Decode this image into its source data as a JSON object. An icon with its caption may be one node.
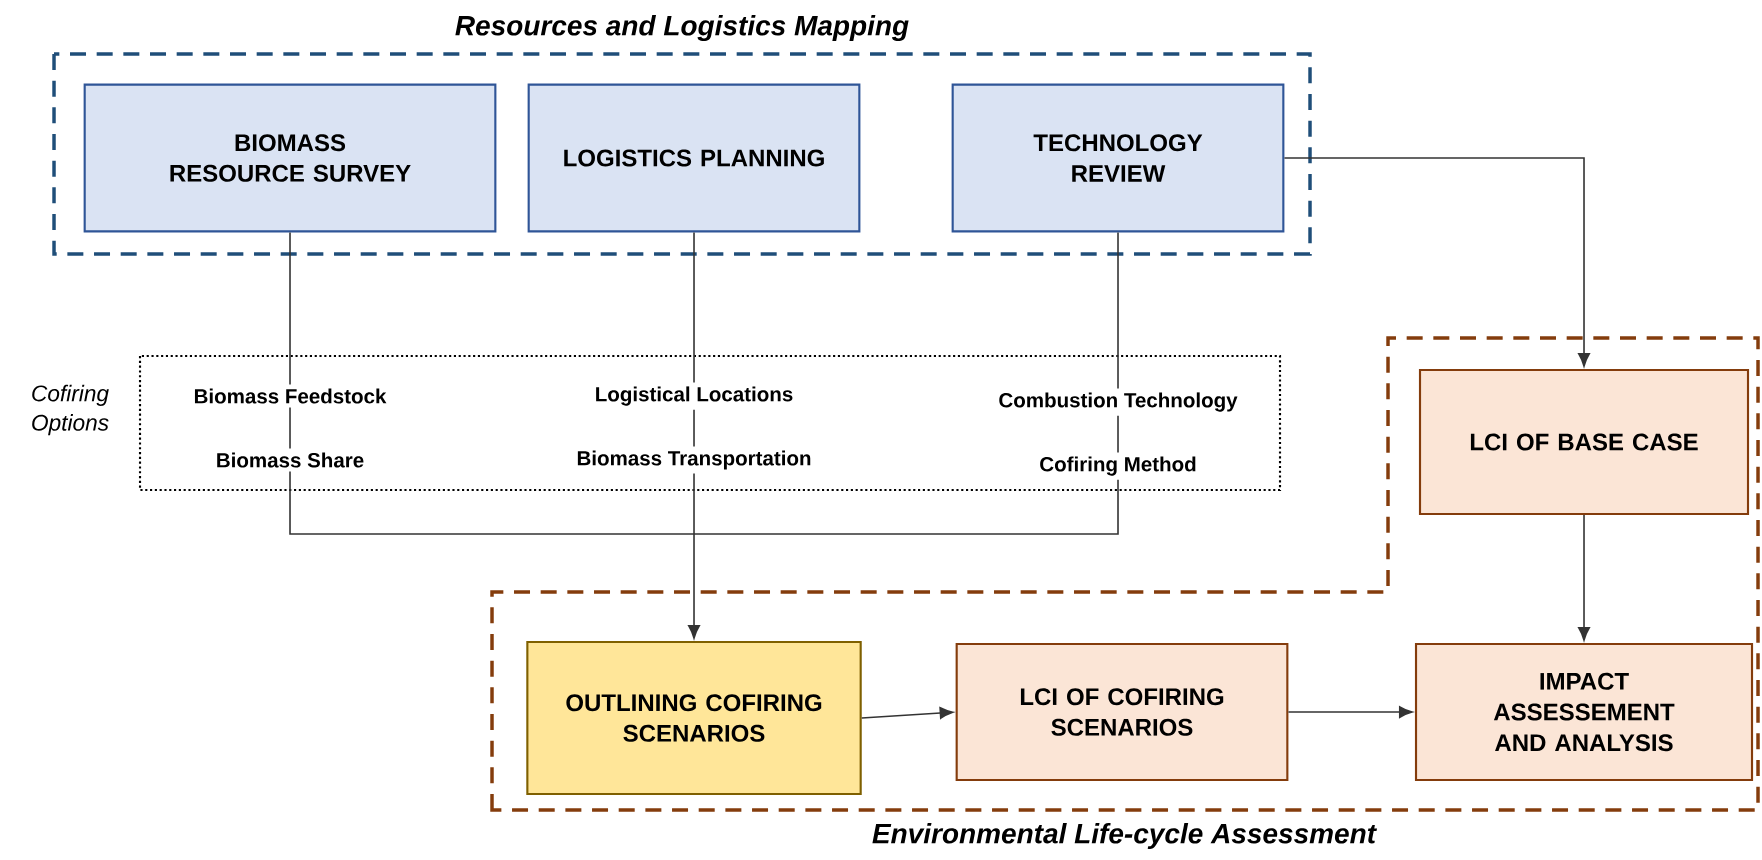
{
  "diagram": {
    "nodes": [
      {
        "text": [
          "Resources and Logistics Mapping"
        ]
      },
      {
        "text": [
          "BIOMASS RESOURCE SURVEY"
        ],
        "in": 0
      },
      {
        "text": [
          "LOGISTICS PLANNING"
        ],
        "in": 0
      },
      {
        "text": [
          "TECHNOLOGY REVIEW"
        ],
        "in": 0
      },
      {
        "text": [
          "Cofiring Options",
          "Biomass Feedstock",
          "Logistical Locations",
          "Combustion Technology",
          "Biomass Share",
          "Biomass Transportation",
          "Cofiring Method"
        ]
      },
      {
        "text": [
          "Environmental Life-cycle Assessment"
        ]
      },
      {
        "text": [
          "LCI OF BASE CASE"
        ],
        "in": 5
      },
      {
        "text": [
          "OUTLINING COFIRING SCENARIOS"
        ],
        "in": 5
      },
      {
        "text": [
          "LCI OF COFIRING SCENARIOS"
        ],
        "in": 5
      },
      {
        "text": [
          "IMPACT ASSESSEMENT AND ANALYSIS"
        ],
        "in": 5
      }
    ],
    "edges": [
      {
        "from": 1,
        "to": 4,
        "arrow": "none"
      },
      {
        "from": 2,
        "to": 4,
        "arrow": "none"
      },
      {
        "from": 3,
        "to": 4,
        "arrow": "none"
      },
      {
        "from": 4,
        "to": 7,
        "arrow": "to"
      },
      {
        "from": 3,
        "to": 6,
        "arrow": "to"
      },
      {
        "from": 6,
        "to": 9,
        "arrow": "to"
      },
      {
        "from": 7,
        "to": 8,
        "arrow": "to"
      },
      {
        "from": 8,
        "to": 9,
        "arrow": "to"
      }
    ]
  }
}
